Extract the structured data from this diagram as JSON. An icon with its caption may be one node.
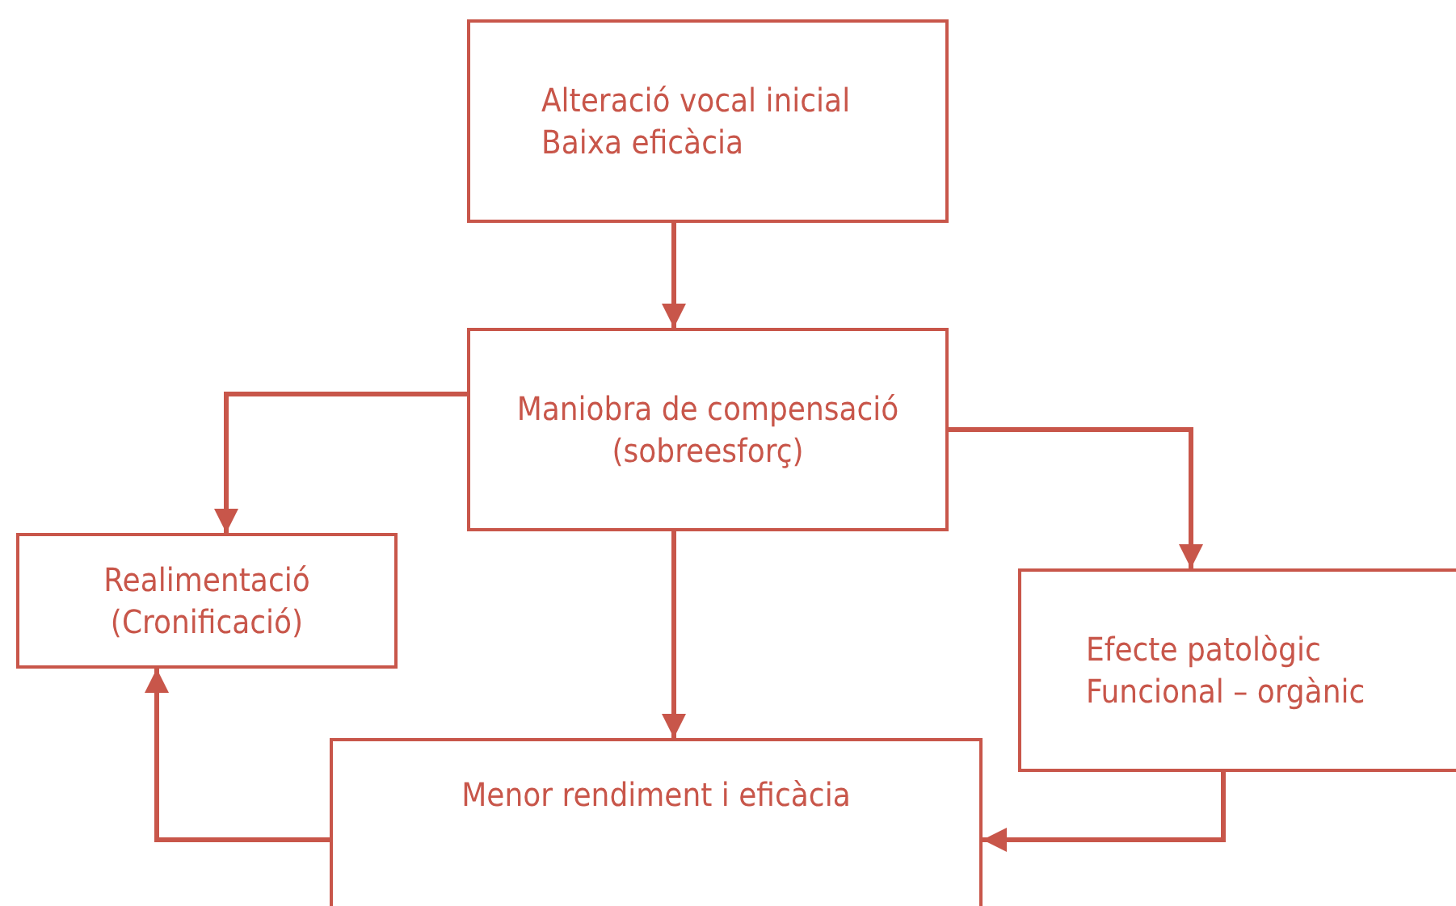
{
  "diagram": {
    "nodes": [
      {
        "text": [
          "Alteració vocal inicial",
          "Baixa eficàcia"
        ]
      },
      {
        "text": [
          "Maniobra de compensació (sobreesforç)"
        ]
      },
      {
        "text": [
          "Realimentació (Cronificació)"
        ]
      },
      {
        "text": [
          "Efecte patològic",
          "Funcional – orgànic"
        ]
      },
      {
        "text": [
          "Menor rendiment i eficàcia"
        ]
      }
    ],
    "edges": [
      {
        "from": 0,
        "to": 1,
        "arrow": "to"
      },
      {
        "from": 1,
        "to": 2,
        "arrow": "to"
      },
      {
        "from": 1,
        "to": 3,
        "arrow": "to"
      },
      {
        "from": 1,
        "to": 4,
        "arrow": "to"
      },
      {
        "from": 3,
        "to": 4,
        "arrow": "to"
      },
      {
        "from": 4,
        "to": 2,
        "arrow": "to"
      }
    ]
  }
}
